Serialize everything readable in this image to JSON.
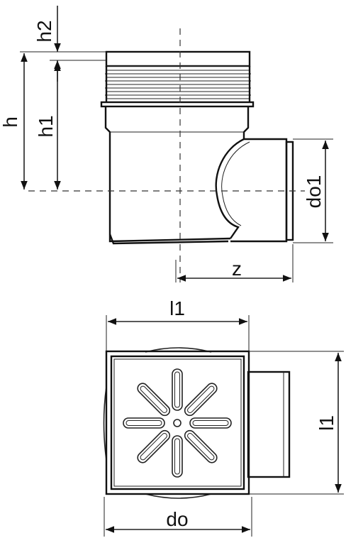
{
  "side_view": {
    "labels": {
      "h2": "h2",
      "h": "h",
      "h1": "h1",
      "do1": "do1",
      "z": "z"
    }
  },
  "top_view": {
    "labels": {
      "l1_top": "l1",
      "l1_right": "l1",
      "do": "do"
    }
  }
}
